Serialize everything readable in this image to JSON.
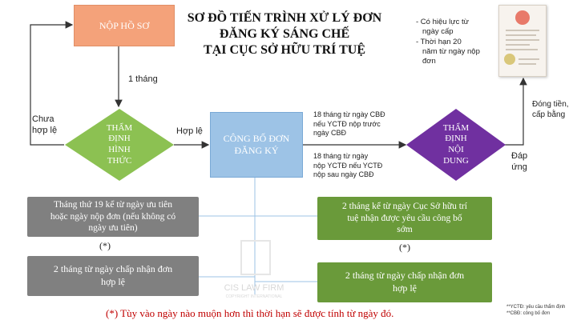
{
  "title": {
    "line1": "SƠ ĐỒ TIẾN TRÌNH XỬ LÝ ĐƠN",
    "line2": "ĐĂNG KÝ SÁNG CHẾ",
    "line3": "TẠI CỤC SỞ HỮU TRÍ TUỆ"
  },
  "nodes": {
    "submit": "NỘP HỒ SƠ",
    "formal_exam": [
      "THẨM",
      "ĐỊNH",
      "HÌNH",
      "THỨC"
    ],
    "publication": [
      "CÔNG BỐ ĐƠN",
      "ĐĂNG KÝ"
    ],
    "substantive_exam": [
      "THẨM",
      "ĐỊNH",
      "NỘI",
      "DUNG"
    ]
  },
  "edge_labels": {
    "one_month": "1 tháng",
    "not_valid": [
      "Chưa",
      "hợp lệ"
    ],
    "valid": "Hợp lệ",
    "cbd_18_before": [
      "18 tháng từ ngày CBĐ",
      "nếu YCTĐ nộp trước",
      "ngày CBĐ"
    ],
    "cbd_18_after": [
      "18 tháng từ ngày",
      "nộp YCTĐ nếu YCTĐ",
      "nộp sau ngày CBĐ"
    ],
    "fee_grant": [
      "Đóng tiền,",
      "cấp bằng"
    ],
    "meets": [
      "Đáp",
      "ứng"
    ]
  },
  "validity": [
    "- Có hiệu lực từ",
    "ngày cấp",
    "- Thời hạn 20",
    "năm từ ngày nộp",
    "đơn"
  ],
  "grey_boxes": {
    "month19": [
      "Tháng thứ 19 kể từ ngày ưu tiên",
      "hoặc ngày nộp đơn (nếu không có",
      "ngày ưu tiên)"
    ],
    "two_months": [
      "2 tháng từ ngày chấp nhận đơn",
      "hợp lệ"
    ]
  },
  "green_boxes": {
    "two_months_request": [
      "2 tháng kể từ ngày Cục Sở hữu trí",
      "tuệ nhận được yêu cầu công bố",
      "sớm"
    ],
    "two_months_accept": [
      "2 tháng từ ngày chấp nhận đơn",
      "hợp lệ"
    ]
  },
  "asterisks": {
    "left": "(*)",
    "right": "(*)"
  },
  "footnote": "(*) Tùy vào ngày nào muộn hơn thì thời hạn sẽ được tính từ ngày đó.",
  "abbrev": [
    "**YCTĐ: yêu cầu thẩm định",
    "**CBĐ: công bố đơn"
  ],
  "watermark": {
    "name": "CIS LAW FIRM",
    "sub": "COPYRIGHT INTERNATIONAL"
  },
  "colors": {
    "orange": "#f4a27a",
    "green_diamond": "#8cc152",
    "blue": "#9dc3e6",
    "purple": "#7030a0",
    "grey": "#808080",
    "dark_green": "#6a9a3a",
    "red": "#c00000"
  }
}
